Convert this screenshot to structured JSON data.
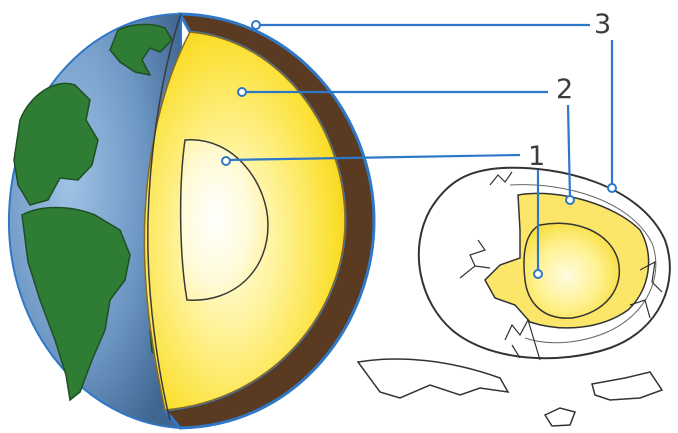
{
  "labels": {
    "core": "1",
    "mantle": "2",
    "crust": "3"
  },
  "colors": {
    "ocean": "#5c86b0",
    "land": "#2f7d35",
    "crust": "#5b3a22",
    "mantle": "#f7d400",
    "core": "#fff6b5",
    "leader": "#2f78c8",
    "shell": "#ffffff"
  },
  "icons": {
    "earth": "earth-cross-section",
    "egg": "cracked-egg"
  }
}
